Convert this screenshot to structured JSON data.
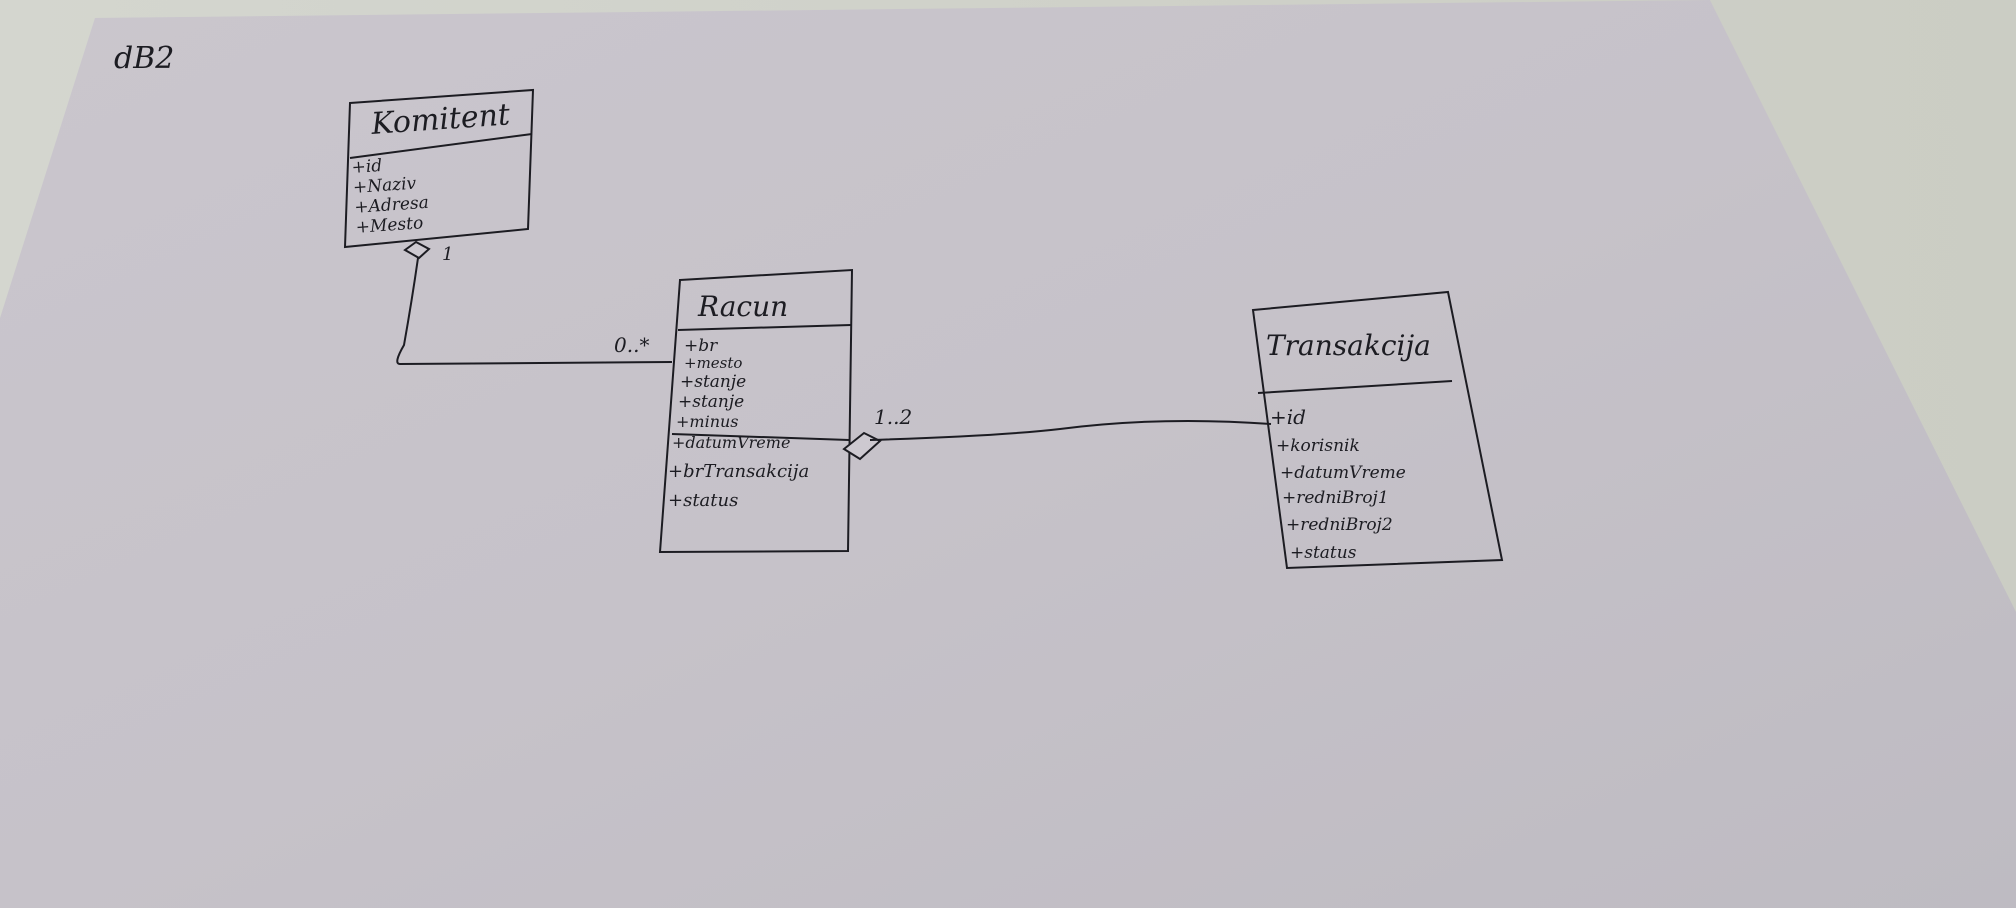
{
  "sheet_label": "dB2",
  "classes": {
    "komitent": {
      "name": "Komitent",
      "attributes": [
        "+id",
        "+Naziv",
        "+Adresa",
        "+Mesto"
      ]
    },
    "racun": {
      "name": "Racun",
      "attributes": [
        "+br",
        "+mesto",
        "+stanje",
        "+stanje",
        "+minus",
        "+datumVreme",
        "+brTransakcija",
        "+status"
      ]
    },
    "transakcija": {
      "name": "Transakcija",
      "attributes": [
        "+id",
        "+korisnik",
        "+datumVreme",
        "+redniBroj1",
        "+redniBroj2",
        "+status"
      ]
    }
  },
  "associations": {
    "komitent_racun": {
      "komitent_end": "1",
      "racun_end": "0..*"
    },
    "racun_transakcija": {
      "transakcija_end": "1..2"
    }
  }
}
